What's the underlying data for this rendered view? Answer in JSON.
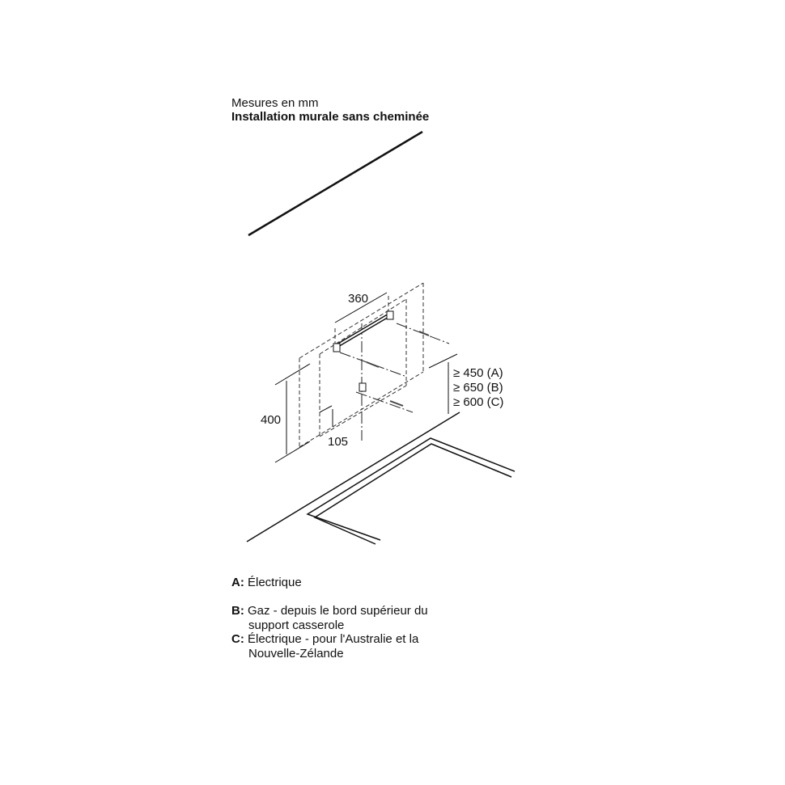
{
  "header": {
    "units": "Mesures en mm",
    "title": "Installation murale sans cheminée"
  },
  "dimensions": {
    "width": "360",
    "height": "400",
    "offset": "105",
    "min_a": "≥ 450 (A)",
    "min_b": "≥ 650 (B)",
    "min_c": "≥ 600 (C)"
  },
  "legend": [
    {
      "key": "A:",
      "text": "Électrique"
    },
    {
      "key": "B:",
      "text": "Gaz - depuis le bord supérieur du",
      "text2": "support casserole"
    },
    {
      "key": "C:",
      "text": "Électrique - pour l'Australie et la",
      "text2": "Nouvelle-Zélande"
    }
  ]
}
